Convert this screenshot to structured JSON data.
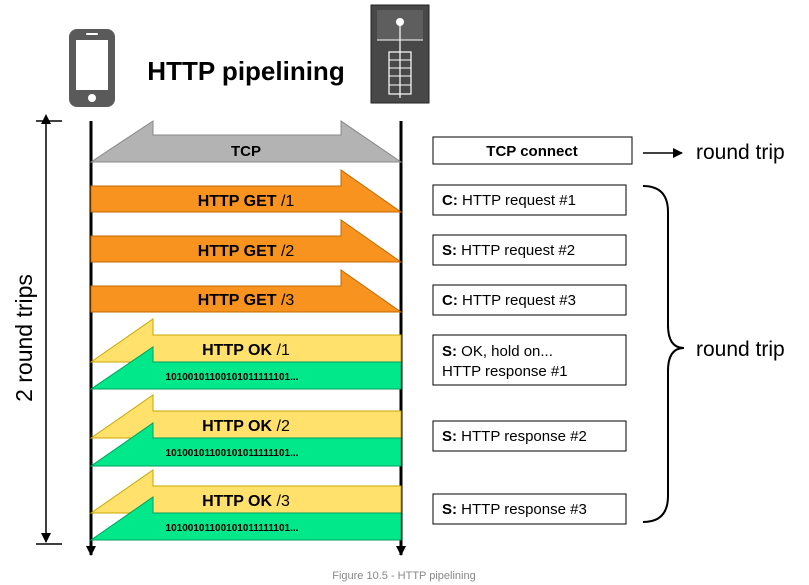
{
  "title": "HTTP pipelining",
  "caption": "Figure 10.5 - HTTP pipelining",
  "left_label": "2 round trips",
  "round_trip_label_tcp": "round trip",
  "round_trip_label_http": "round trip",
  "tcp_arrow": {
    "label": "TCP"
  },
  "requests": [
    {
      "label_bold": "HTTP GET",
      "label_rest": " /1"
    },
    {
      "label_bold": "HTTP GET",
      "label_rest": " /2"
    },
    {
      "label_bold": "HTTP GET",
      "label_rest": " /3"
    }
  ],
  "responses": [
    {
      "label_bold": "HTTP OK",
      "label_rest": " /1",
      "payload": "10100101100101011111101..."
    },
    {
      "label_bold": "HTTP OK",
      "label_rest": " /2",
      "payload": "10100101100101011111101..."
    },
    {
      "label_bold": "HTTP OK",
      "label_rest": " /3",
      "payload": "10100101100101011111101..."
    }
  ],
  "notes": {
    "tcp_connect": "TCP connect",
    "req1_prefix": "C:",
    "req1_text": " HTTP request #1",
    "req2_prefix": "S:",
    "req2_text": " HTTP request #2",
    "req3_prefix": "C:",
    "req3_text": " HTTP request #3",
    "resp1_prefix": "S:",
    "resp1_line1": " OK, hold on...",
    "resp1_line2": "HTTP response #1",
    "resp2_prefix": "S:",
    "resp2_text": " HTTP response #2",
    "resp3_prefix": "S:",
    "resp3_text": " HTTP response #3"
  },
  "colors": {
    "orange": "#f7931e",
    "yellow": "#ffe16b",
    "green": "#00e88a",
    "gray": "#b3b3b3",
    "phone": "#555555",
    "server": "#444444"
  },
  "icons": {
    "client": "smartphone-icon",
    "server": "server-rack-icon"
  }
}
